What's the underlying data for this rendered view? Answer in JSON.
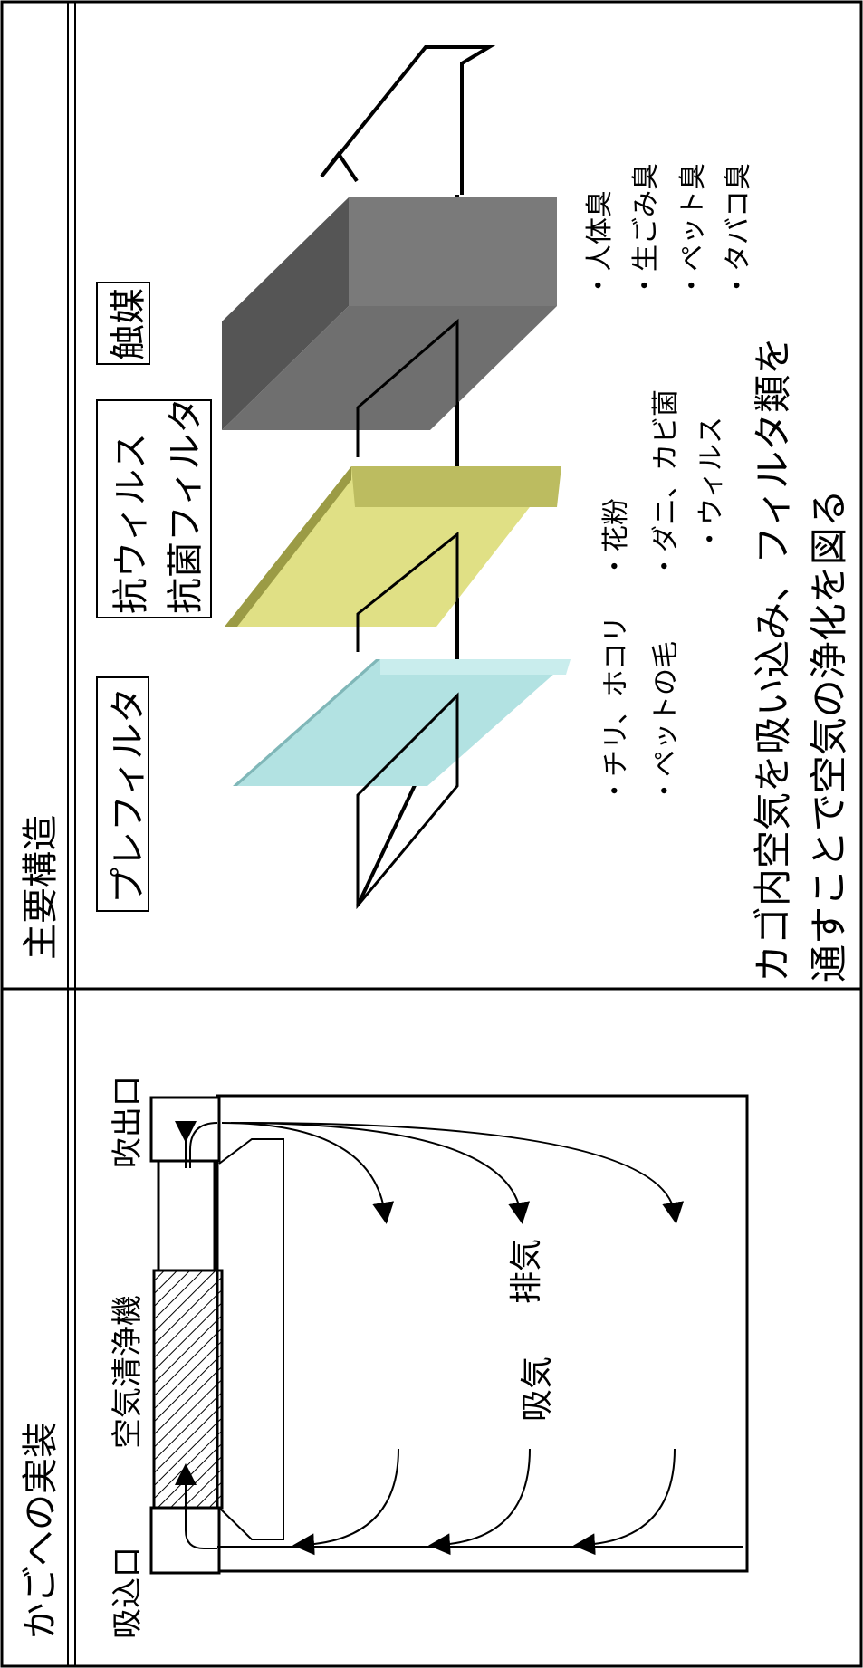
{
  "header_left": "かごへの実装",
  "header_right": "主要構造",
  "labels_left": {
    "intake": "吸込口",
    "purifier": "空気清浄機",
    "outlet": "吹出口",
    "inhale": "吸気",
    "exhaust": "排気"
  },
  "filters": {
    "pre": "プレフィルタ",
    "anti_line1": "抗ウィルス",
    "anti_line2": "抗菌フィルタ",
    "catalyst": "触媒"
  },
  "targets": {
    "pre": [
      "・チリ、ホコリ",
      "・ペットの毛"
    ],
    "anti": [
      "・花粉",
      "・ダニ、カビ菌",
      "・ウィルス"
    ],
    "catalyst": [
      "・人体臭",
      "・生ごみ臭",
      "・ペット臭",
      "・タバコ臭"
    ]
  },
  "caption": [
    "カゴ内空気を吸い込み、フィルタ類を",
    "通すことで空気の浄化を図る"
  ],
  "colors": {
    "pre_filter": "#b2e2e2",
    "anti_filter": "#e0e085",
    "catalyst": "#6a6a6a"
  }
}
